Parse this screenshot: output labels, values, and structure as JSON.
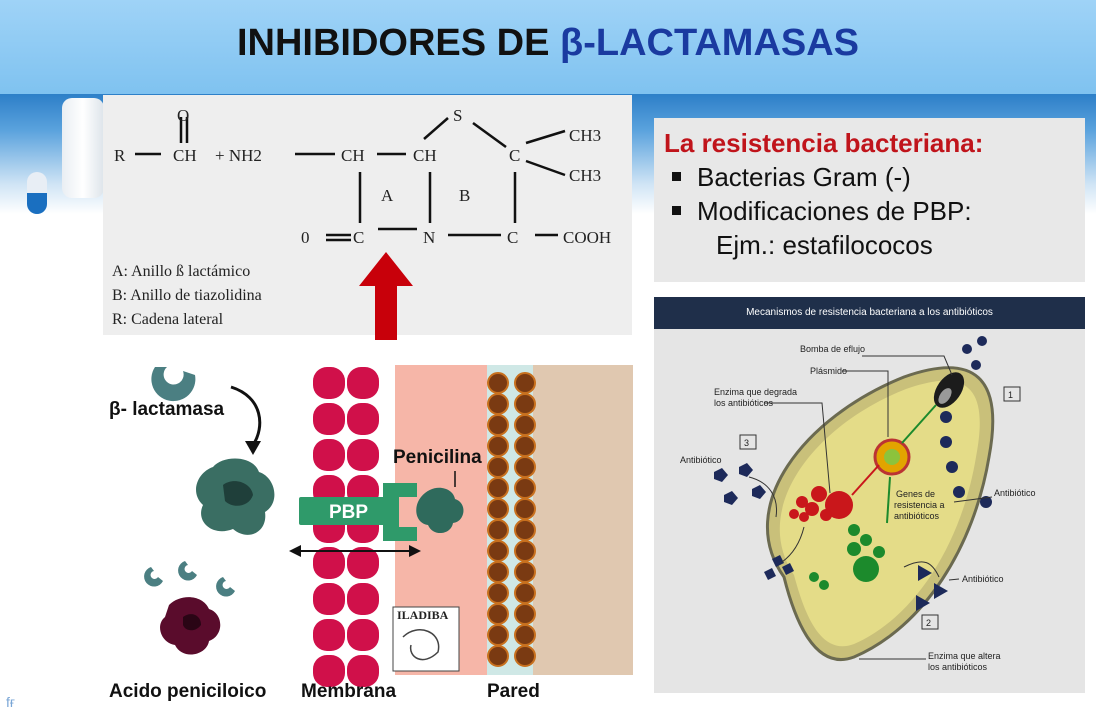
{
  "slide": {
    "title_prefix": "INHIBIDORES DE ",
    "title_accent": "β-LACTAMASAS",
    "watermark": "fғ"
  },
  "chem": {
    "atoms": {
      "r": "R",
      "o_top": "O",
      "ch1": "CH",
      "plus_nh2": "+ NH2",
      "ch2": "CH",
      "ch3": "CH",
      "s": "S",
      "c1": "C",
      "ch3a": "CH3",
      "ch3b": "CH3",
      "o_bottom": "0",
      "c2": "C",
      "n": "N",
      "c3": "C",
      "cooh": "COOH",
      "ring_a": "A",
      "ring_b": "B"
    },
    "legend": [
      "A: Anillo ß lactámico",
      "B: Anillo de tiazolidina",
      "R: Cadena lateral"
    ]
  },
  "resistance": {
    "heading": "La resistencia bacteriana:",
    "items": [
      "Bacterias Gram (-)",
      "Modificaciones de PBP:"
    ],
    "sub": "Ejm.: estafilococos"
  },
  "mechanisms": {
    "header": "Mecanismos de resistencia bacteriana a los antibióticos",
    "labels": {
      "pump": "Bomba de eflujo",
      "plasmid": "Plásmido",
      "enzyme_1": "Enzima que degrada",
      "enzyme_2": "los antibióticos",
      "antibiotic_left": "Antibiótico",
      "genes_1": "Genes de",
      "genes_2": "resistencia a",
      "genes_3": "antibióticos",
      "antibiotic_right": "Antibiótico",
      "antibiotic_bottom": "Antibiótico",
      "alter_1": "Enzima que altera",
      "alter_2": "los antibióticos"
    },
    "boxes": [
      "1",
      "2",
      "3"
    ]
  },
  "cell_diagram": {
    "labels": {
      "beta": "β- lactamasa",
      "penicilina": "Penicilina",
      "pbp": "PBP",
      "acido": "Acido peniciloico",
      "membrana": "Membrana",
      "pared": "Pared",
      "logo": "ILADIBA"
    }
  },
  "colors": {
    "title_bar": "#9fd3f7",
    "title_accent": "#1a3aa0",
    "heading_red": "#c0141b",
    "arrow_red": "#c8000a",
    "membrane": "#d0104a",
    "pbp_green": "#2f9a6a",
    "wall_ball": "#7a3a12"
  }
}
